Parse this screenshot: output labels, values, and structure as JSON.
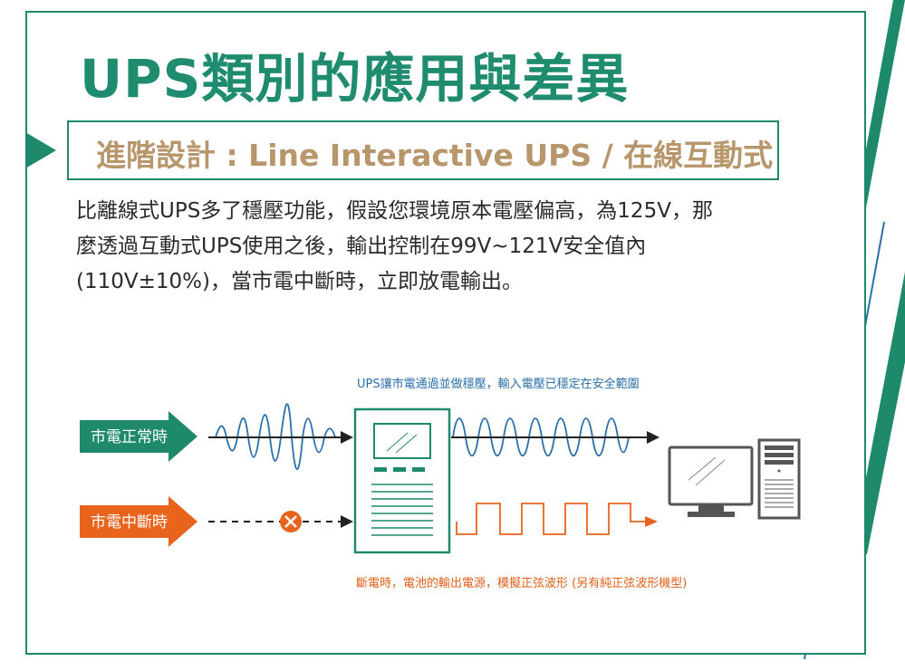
{
  "title": "UPS類別的應用與差異",
  "subtitle": "進階設計 : Line Interactive UPS / 在線互動式",
  "description": {
    "line1": "比離線式UPS多了穩壓功能，假設您環境原本電壓偏高，為125V，那",
    "line2": "麼透過互動式UPS使用之後，輸出控制在99V~121V安全值內",
    "line3": "(110V±10%)，當市電中斷時，立即放電輸出。"
  },
  "diagram": {
    "label_normal": "市電正常時",
    "label_outage": "市電中斷時",
    "note_top": "UPS讓市電通過並做穩壓，輸入電壓已穩定在安全範圍",
    "note_bottom": "斷電時，電池的輸出電源，模擬正弦波形 (另有純正弦波形機型)"
  },
  "colors": {
    "brand_green": "#1e8a6b",
    "title_green": "#1f8c70",
    "subtitle_tan": "#b8966c",
    "wave_blue": "#2b6fa8",
    "outage_orange": "#e8631c"
  },
  "icons": {
    "ups": "ups-unit-icon",
    "computer": "desktop-computer-icon",
    "cross": "x-circle-icon"
  }
}
